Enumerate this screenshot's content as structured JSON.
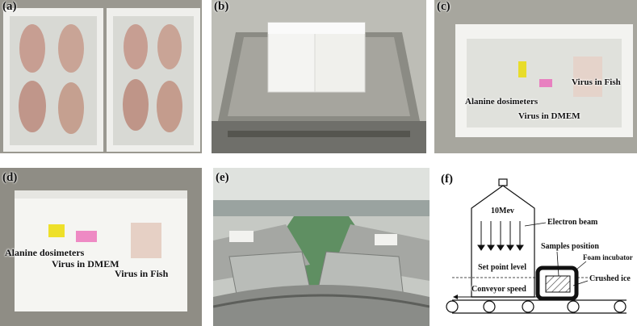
{
  "panels": {
    "a": {
      "label": "(a)"
    },
    "b": {
      "label": "(b)"
    },
    "c": {
      "label": "(c)",
      "annotations": [
        "Virus in Fish",
        "Alanine dosimeters",
        "Virus in DMEM"
      ]
    },
    "d": {
      "label": "(d)",
      "annotations": [
        "Alanine dosimeters",
        "Virus in DMEM",
        "Virus in Fish"
      ]
    },
    "e": {
      "label": "(e)"
    },
    "f": {
      "label": "(f)",
      "energy": "10Mev",
      "electron_beam": "Electron beam",
      "samples_position": "Samples position",
      "foam_incubator": "Foam incubator",
      "set_point_level": "Set point level",
      "crushed_ice": "Crushed ice",
      "conveyor_speed": "Conveyor speed"
    }
  }
}
